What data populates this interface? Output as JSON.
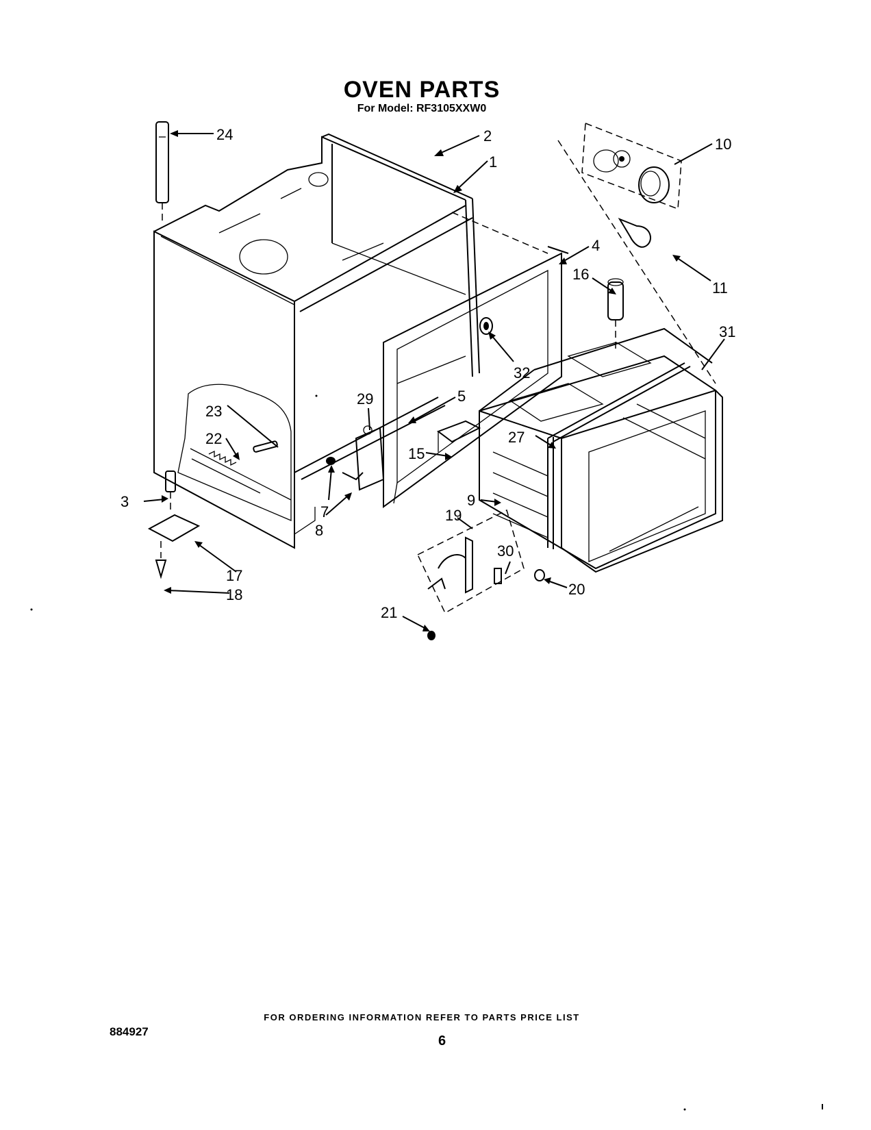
{
  "header": {
    "title": "OVEN PARTS",
    "subtitle": "For Model: RF3105XXW0"
  },
  "callouts": [
    {
      "id": "c1",
      "text": "1"
    },
    {
      "id": "c2",
      "text": "2"
    },
    {
      "id": "c3",
      "text": "3"
    },
    {
      "id": "c4",
      "text": "4"
    },
    {
      "id": "c5",
      "text": "5"
    },
    {
      "id": "c7",
      "text": "7"
    },
    {
      "id": "c8",
      "text": "8"
    },
    {
      "id": "c9",
      "text": "9"
    },
    {
      "id": "c10",
      "text": "10"
    },
    {
      "id": "c11",
      "text": "11"
    },
    {
      "id": "c15",
      "text": "15"
    },
    {
      "id": "c16",
      "text": "16"
    },
    {
      "id": "c17",
      "text": "17"
    },
    {
      "id": "c18",
      "text": "18"
    },
    {
      "id": "c19",
      "text": "19"
    },
    {
      "id": "c20",
      "text": "20"
    },
    {
      "id": "c21",
      "text": "21"
    },
    {
      "id": "c22",
      "text": "22"
    },
    {
      "id": "c23",
      "text": "23"
    },
    {
      "id": "c24",
      "text": "24"
    },
    {
      "id": "c27",
      "text": "27"
    },
    {
      "id": "c29",
      "text": "29"
    },
    {
      "id": "c30",
      "text": "30"
    },
    {
      "id": "c31",
      "text": "31"
    },
    {
      "id": "c32",
      "text": "32"
    }
  ],
  "footer": {
    "ordering_note": "FOR ORDERING INFORMATION REFER TO PARTS PRICE LIST",
    "diagram_number": "884927",
    "page_number": "6"
  }
}
